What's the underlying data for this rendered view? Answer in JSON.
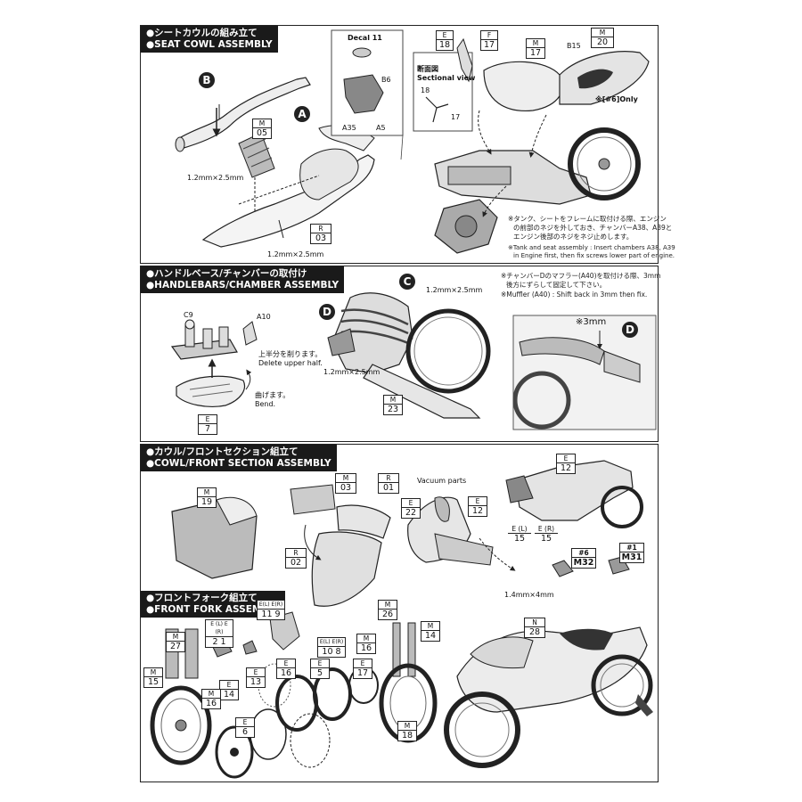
{
  "panels": {
    "seat_cowl": {
      "title_jp": "●シートカウルの組み立て",
      "title_en": "●SEAT COWL ASSEMBLY",
      "label_B": "B",
      "label_A": "A",
      "part_m05": {
        "top": "M",
        "bottom": "05"
      },
      "part_r03": {
        "top": "R",
        "bottom": "03"
      },
      "dim1": "1.2mm×2.5mm",
      "dim2": "1.2mm×2.5mm",
      "decal": "Decal 11",
      "b6": "B6",
      "a35": "A35",
      "a5": "A5",
      "part_e18": {
        "top": "E",
        "bottom": "18"
      },
      "part_f17": {
        "top": "F",
        "bottom": "17"
      },
      "sectional_jp": "断面図",
      "sectional_en": "Sectional view",
      "sec18": "18",
      "sec17": "17",
      "part_m17": {
        "top": "M",
        "bottom": "17"
      },
      "part_m20": {
        "top": "M",
        "bottom": "20"
      },
      "b15": "B15",
      "only6": "※[#6]Only",
      "note_jp1": "※タンク、シートをフレームに取付ける際、エンジン",
      "note_jp2": "の前部のネジを外しておき、チャンバーA38、A39と",
      "note_jp3": "エンジン後部のネジをネジ止めします。",
      "note_en1": "※Tank and seat assembly : Insert chambers A38, A39",
      "note_en2": "in Engine first, then fix screws lower part of engine."
    },
    "handlebar": {
      "title_jp": "●ハンドルベース/チャンバーの取付け",
      "title_en": "●HANDLEBARS/CHAMBER ASSEMBLY",
      "c9": "C9",
      "a10": "A10",
      "cut_jp": "上半分を削ります。",
      "cut_en": "Delete upper half.",
      "bend_jp": "曲げます。",
      "bend_en": "Bend.",
      "part_e7": {
        "top": "E",
        "bottom": "7"
      },
      "label_C": "C",
      "label_D": "D",
      "label_D2": "D",
      "dim1": "1.2mm×2.5mm",
      "dim2": "1.2mm×2.5mm",
      "part_m23": {
        "top": "M",
        "bottom": "23"
      },
      "muffler_jp1": "※チャンバーDのマフラー(A40)を取付ける際、3mm",
      "muffler_jp2": "後方にずらして固定して下さい。",
      "muffler_en": "※Muffler (A40) : Shift back in 3mm then fix.",
      "shift": "※3mm"
    },
    "cowl": {
      "title_jp": "●カウル/フロントセクション組立て",
      "title_en": "●COWL/FRONT SECTION ASSEMBLY",
      "part_m19": {
        "top": "M",
        "bottom": "19"
      },
      "part_m03": {
        "top": "M",
        "bottom": "03"
      },
      "part_r01": {
        "top": "R",
        "bottom": "01"
      },
      "part_r02": {
        "top": "R",
        "bottom": "02"
      },
      "vacuum": "Vacuum parts",
      "part_e22": {
        "top": "E",
        "bottom": "22"
      },
      "part_e12a": {
        "top": "E",
        "bottom": "12"
      },
      "dim": "1.4mm×4mm",
      "part_e12b": {
        "top": "E",
        "bottom": "12"
      },
      "part_el15": {
        "top": "E (L)",
        "bottom": "15"
      },
      "part_er15": {
        "top": "E (R)",
        "bottom": "15"
      },
      "part_m31": {
        "top": "#1",
        "bottom": "M31"
      },
      "part_m32": {
        "top": "#6",
        "bottom": "M32"
      }
    },
    "fork": {
      "title_jp": "●フロントフォーク組立て",
      "title_en": "●FRONT FORK ASSEMBLY",
      "part_e21": {
        "top": "E (L) E (R)",
        "bottom": "2  1"
      },
      "part_e119": {
        "top": "E(L) E(R)",
        "bottom": "11  9"
      },
      "part_m26": {
        "top": "M",
        "bottom": "26"
      },
      "part_m27": {
        "top": "M",
        "bottom": "27"
      },
      "part_m15": {
        "top": "M",
        "bottom": "15"
      },
      "part_e14": {
        "top": "E",
        "bottom": "14"
      },
      "part_m16a": {
        "top": "M",
        "bottom": "16"
      },
      "part_e13": {
        "top": "E",
        "bottom": "13"
      },
      "part_e6": {
        "top": "E",
        "bottom": "6"
      },
      "part_e16": {
        "top": "E",
        "bottom": "16"
      },
      "part_e5": {
        "top": "E",
        "bottom": "5"
      },
      "part_e108": {
        "top": "E(L) E(R)",
        "bottom": "10  8"
      },
      "part_e17": {
        "top": "E",
        "bottom": "17"
      },
      "part_m16b": {
        "top": "M",
        "bottom": "16"
      },
      "part_m14": {
        "top": "M",
        "bottom": "14"
      },
      "part_m18": {
        "top": "M",
        "bottom": "18"
      },
      "part_n28": {
        "top": "N",
        "bottom": "28"
      }
    }
  }
}
